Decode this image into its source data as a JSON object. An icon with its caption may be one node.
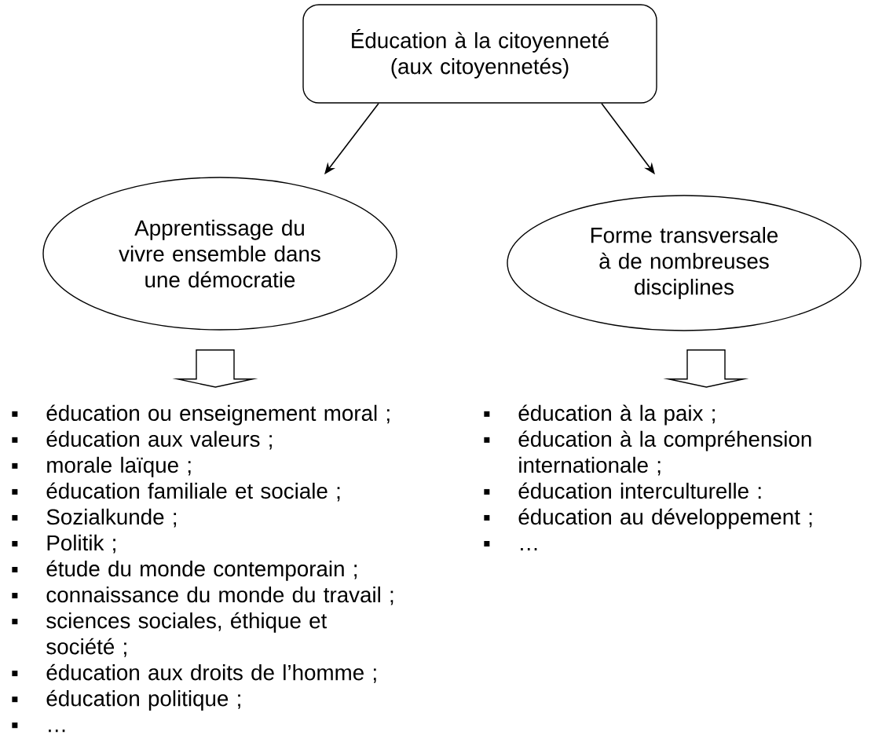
{
  "diagram": {
    "nodes": [
      {
        "text": [
          "Éducation à la citoyenneté (aux citoyennetés)"
        ]
      },
      {
        "text": [
          "Apprentissage du vivre ensemble dans une démocratie"
        ]
      },
      {
        "text": [
          "Forme transversale à de nombreuses disciplines"
        ]
      },
      {
        "text": [
          "éducation ou enseignement moral ;",
          "éducation aux valeurs ;",
          "morale laïque ;",
          "éducation familiale et sociale ;",
          "Sozialkunde ;",
          "Politik ;",
          "étude du monde contemporain ;",
          "connaissance du monde du travail ;",
          "sciences sociales, éthique et société ;",
          "éducation aux droits de l’homme ;",
          "éducation politique ;",
          "…"
        ]
      },
      {
        "text": [
          "éducation à la paix ;",
          "éducation à la compréhension internationale ;",
          "éducation interculturelle :",
          "éducation au développement ;",
          "…"
        ]
      }
    ],
    "edges": [
      {
        "from": 0,
        "to": 1,
        "arrow": "to"
      },
      {
        "from": 0,
        "to": 2,
        "arrow": "to"
      },
      {
        "from": 1,
        "to": 3,
        "arrow": "to",
        "style": "thick"
      },
      {
        "from": 2,
        "to": 4,
        "arrow": "to",
        "style": "thick"
      }
    ]
  }
}
